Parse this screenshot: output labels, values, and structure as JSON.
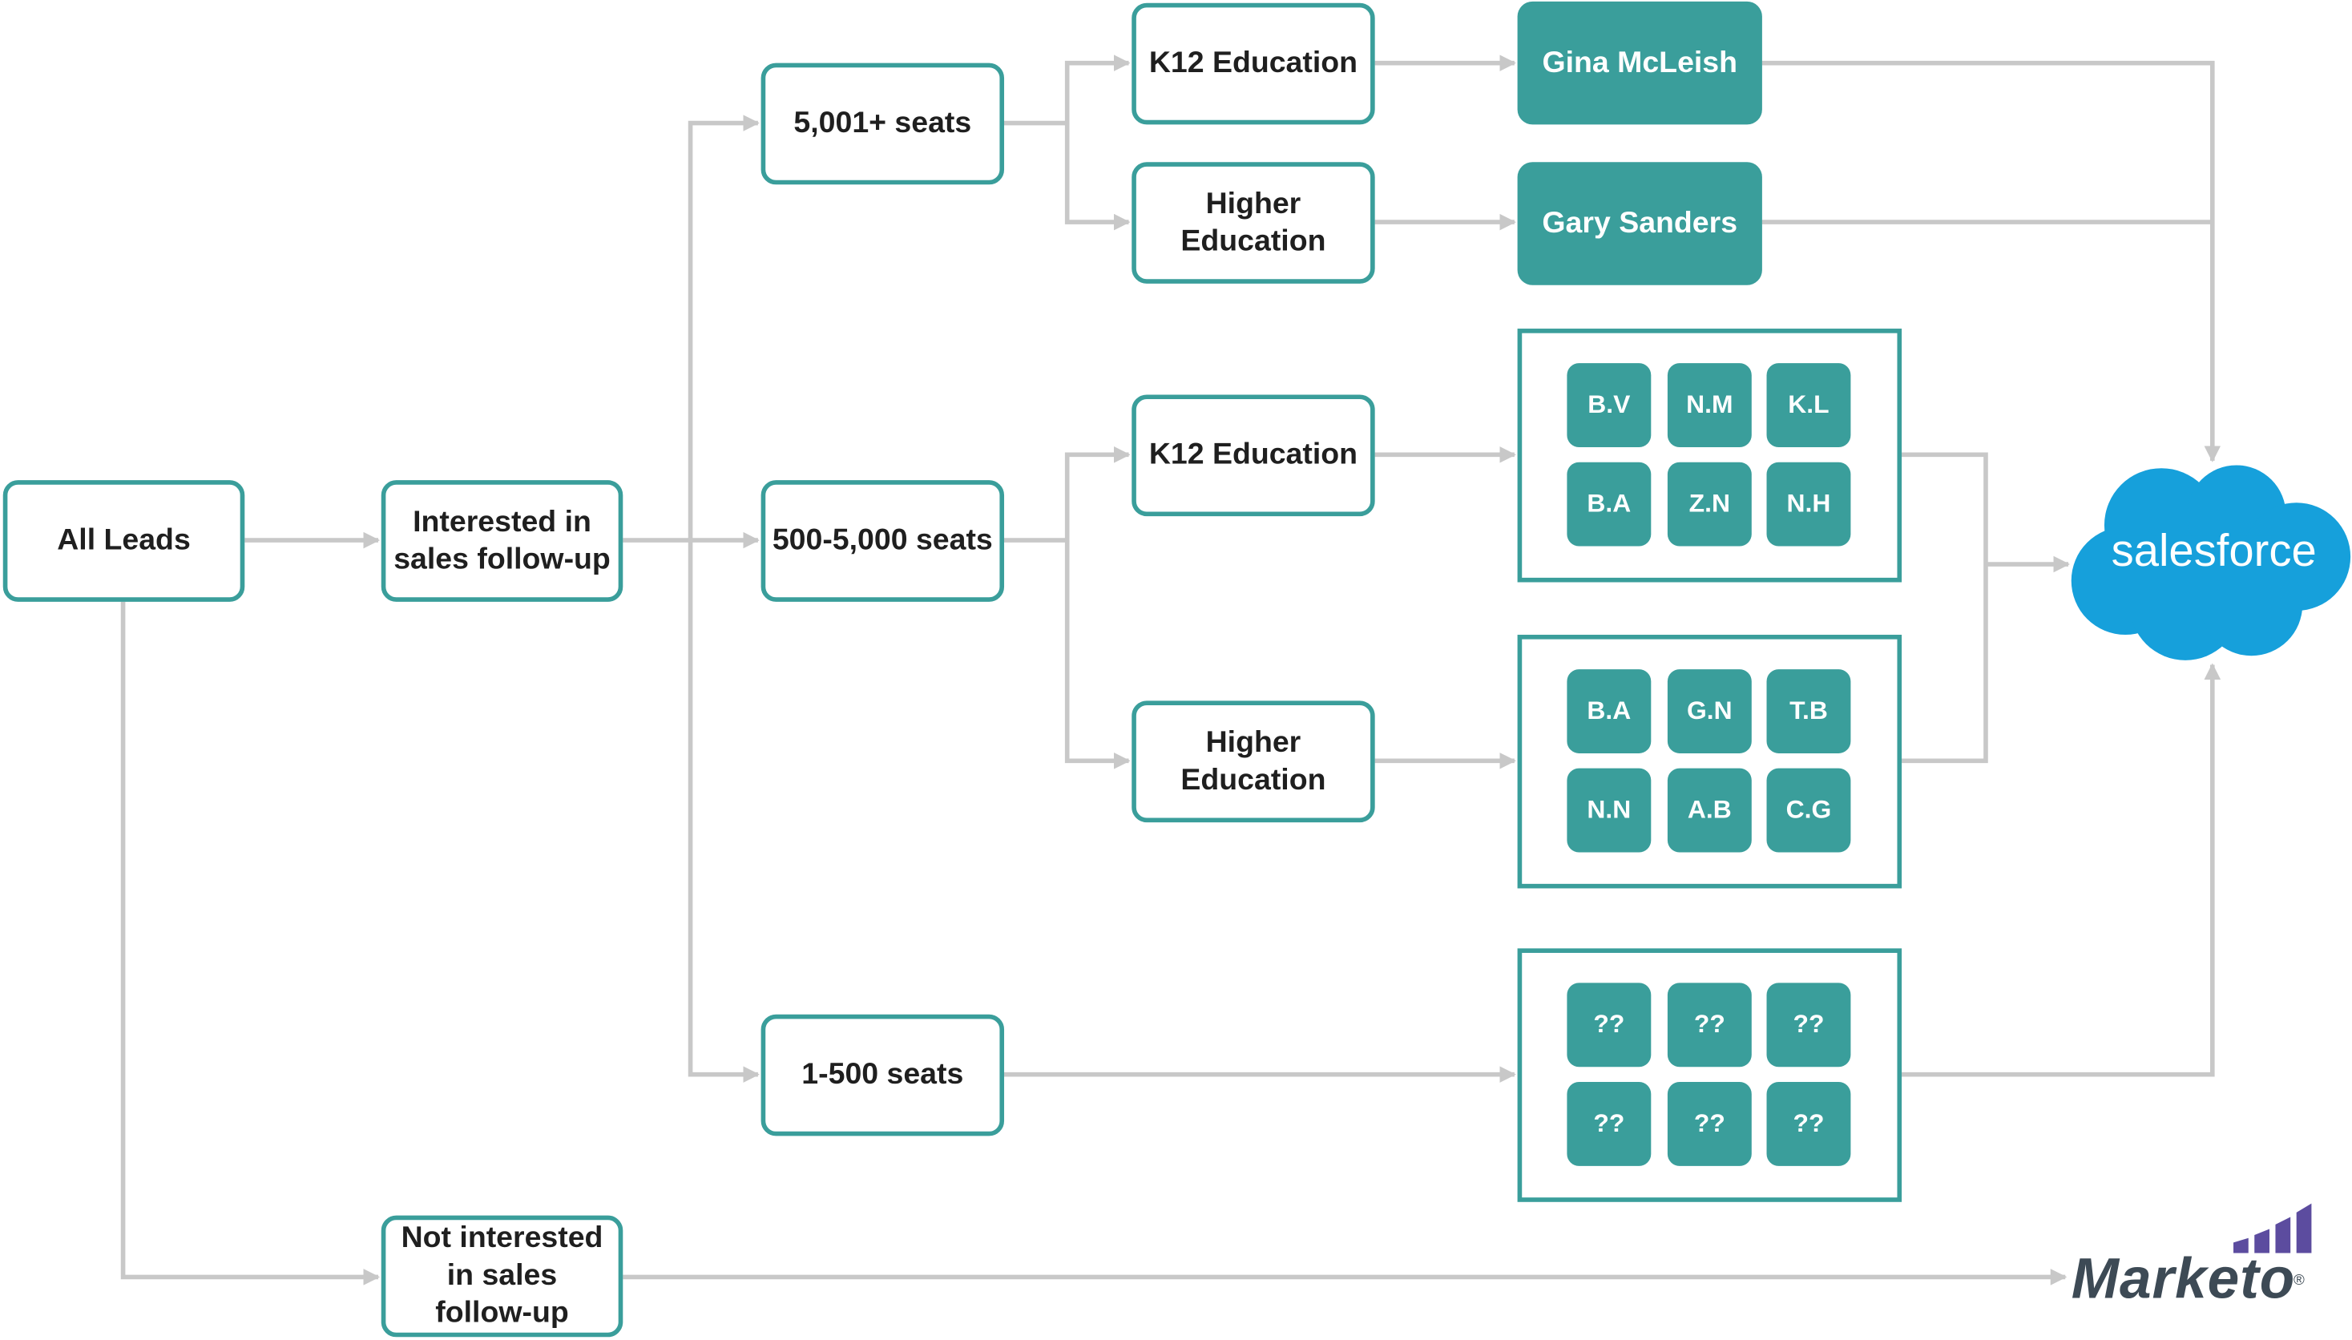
{
  "colors": {
    "accent": "#3a9e9b",
    "line": "#c8c8c8",
    "salesforce": "#16a0db",
    "marketo": "#5c4c9f"
  },
  "nodes": {
    "all_leads": "All Leads",
    "interested": "Interested in\nsales follow-up",
    "not_interested": "Not interested\nin sales\nfollow-up",
    "seats_5001": "5,001+ seats",
    "seats_500_5000": "500-5,000 seats",
    "seats_1_500": "1-500 seats",
    "k12_top": "K12 Education",
    "higher_top": "Higher\nEducation",
    "k12_mid": "K12 Education",
    "higher_mid": "Higher\nEducation"
  },
  "reps": {
    "gina": "Gina McLeish",
    "gary": "Gary Sanders"
  },
  "teams": {
    "k12_team": [
      "B.V",
      "N.M",
      "K.L",
      "B.A",
      "Z.N",
      "N.H"
    ],
    "higher_team": [
      "B.A",
      "G.N",
      "T.B",
      "N.N",
      "A.B",
      "C.G"
    ],
    "smb_team": [
      "??",
      "??",
      "??",
      "??",
      "??",
      "??"
    ]
  },
  "destinations": {
    "salesforce_label": "salesforce",
    "salesforce_icon": "salesforce-cloud-logo",
    "marketo_label": "Marketo",
    "marketo_mark": "®",
    "marketo_icon": "marketo-bars-logo"
  }
}
